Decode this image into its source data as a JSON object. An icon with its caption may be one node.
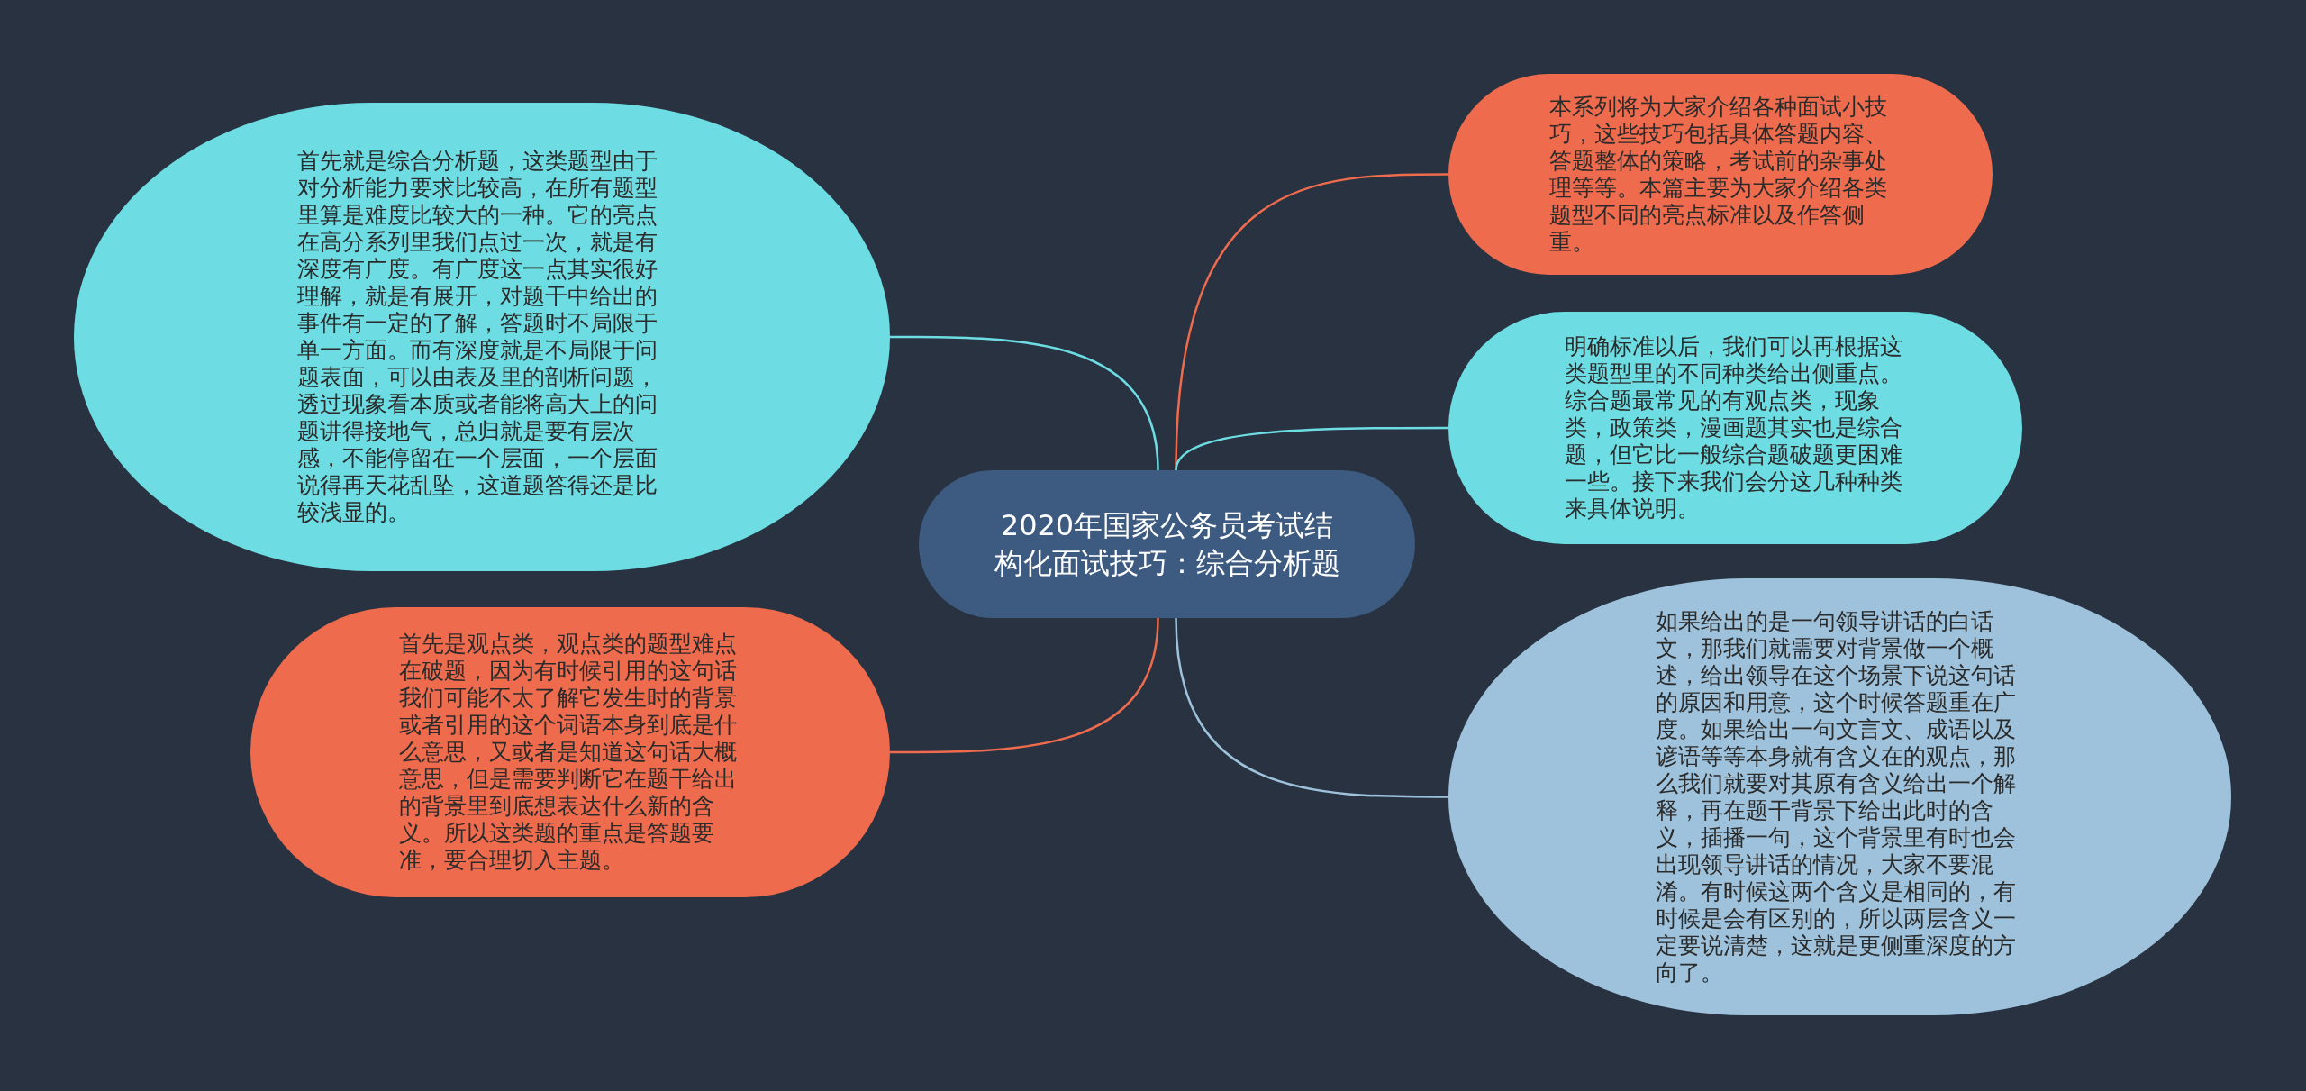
{
  "diagram": {
    "nodes": [
      {
        "text": [
          "2020年国家公务员考试结构化面试技巧：综合分析题"
        ]
      },
      {
        "text": [
          "首先就是综合分析题，这类题型由于对分析能力要求比较高，在所有题型里算是难度比较大的一种。它的亮点在高分系列里我们点过一次，就是有深度有广度。有广度这一点其实很好理解，就是有展开，对题干中给出的事件有一定的了解，答题时不局限于单一方面。而有深度就是不局限于问题表面，可以由表及里的剖析问题，透过现象看本质或者能将高大上的问题讲得接地气，总归就是要有层次感，不能停留在一个层面，一个层面说得再天花乱坠，这道题答得还是比较浅显的。"
        ]
      },
      {
        "text": [
          "本系列将为大家介绍各种面试小技巧，这些技巧包括具体答题内容、答题整体的策略，考试前的杂事处理等等。本篇主要为大家介绍各类题型不同的亮点标准以及作答侧重。"
        ]
      },
      {
        "text": [
          "明确标准以后，我们可以再根据这类题型里的不同种类给出侧重点。综合题最常见的有观点类，现象类，政策类，漫画题其实也是综合题，但它比一般综合题破题更困难一些。接下来我们会分这几种种类来具体说明。"
        ]
      },
      {
        "text": [
          "首先是观点类，观点类的题型难点在破题，因为有时候引用的这句话我们可能不太了解它发生时的背景或者引用的这个词语本身到底是什么意思，又或者是知道这句话大概意思，但是需要判断它在题干给出的背景里到底想表达什么新的含义。所以这类题的重点是答题要准，要合理切入主题。"
        ]
      },
      {
        "text": [
          "如果给出的是一句领导讲话的白话文，那我们就需要对背景做一个概述，给出领导在这个场景下说这句话的原因和用意，这个时候答题重在广度。如果给出一句文言文、成语以及谚语等等本身就有含义在的观点，那么我们就要对其原有含义给出一个解释，再在题干背景下给出此时的含义，插播一句，这个背景里有时也会出现领导讲话的情况，大家不要混淆。有时候这两个含义是相同的，有时候是会有区别的，所以两层含义一定要说清楚，这就是更侧重深度的方向了。"
        ]
      }
    ],
    "edges": [
      {
        "from": 0,
        "to": 1,
        "arrow": "none",
        "color": "#6ddde3"
      },
      {
        "from": 0,
        "to": 2,
        "arrow": "none",
        "color": "#ee6b4d"
      },
      {
        "from": 0,
        "to": 3,
        "arrow": "none",
        "color": "#6ddde3"
      },
      {
        "from": 0,
        "to": 4,
        "arrow": "none",
        "color": "#ee6b4d"
      },
      {
        "from": 0,
        "to": 5,
        "arrow": "none",
        "color": "#9ec2db"
      }
    ]
  }
}
